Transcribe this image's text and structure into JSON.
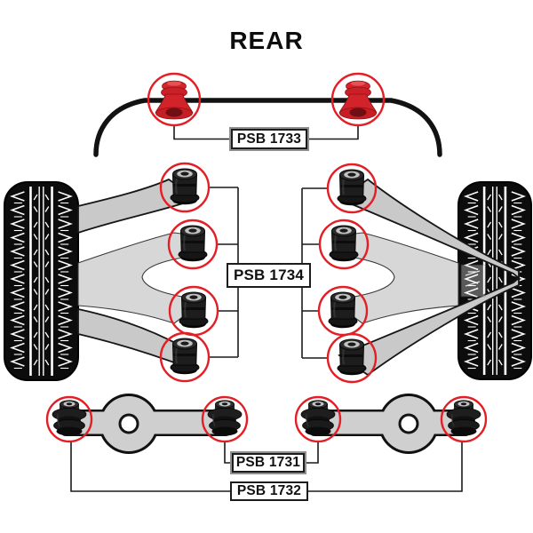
{
  "title": "REAR",
  "callouts": [
    {
      "label": "PSB 1733",
      "bushings_circled": 2
    },
    {
      "label": "PSB 1734",
      "bushings_circled": 8
    },
    {
      "label": "PSB 1731",
      "bushings_circled": 2
    },
    {
      "label": "PSB 1732",
      "bushings_circled": 2
    }
  ],
  "colors": {
    "accent_red": "#e31e25",
    "bushing_red": "#d2222a",
    "part_black": "#1a1a1a",
    "arm_gray": "#c9c9c9",
    "web_gray": "#d7d7d7",
    "line_black": "#1a1a1a",
    "label_border": "#1c1c1c",
    "label_shadow": "#8f8f8f",
    "background": "#ffffff"
  }
}
